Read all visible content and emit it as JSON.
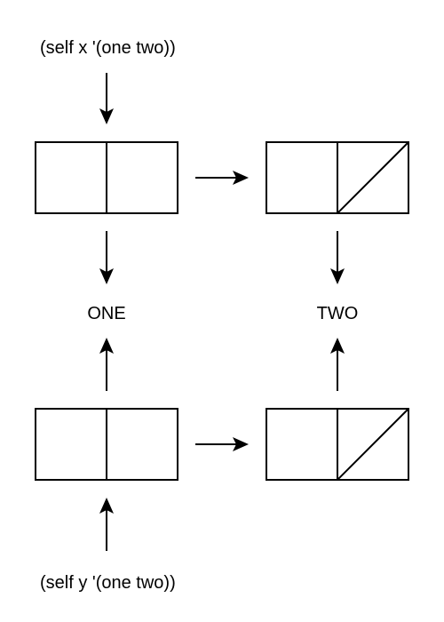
{
  "labels": {
    "top_expression": "(self x '(one two))",
    "bottom_expression": "(self y '(one two))",
    "symbol_one": "ONE",
    "symbol_two": "TWO"
  },
  "colors": {
    "stroke": "#000000",
    "background": "#ffffff"
  }
}
